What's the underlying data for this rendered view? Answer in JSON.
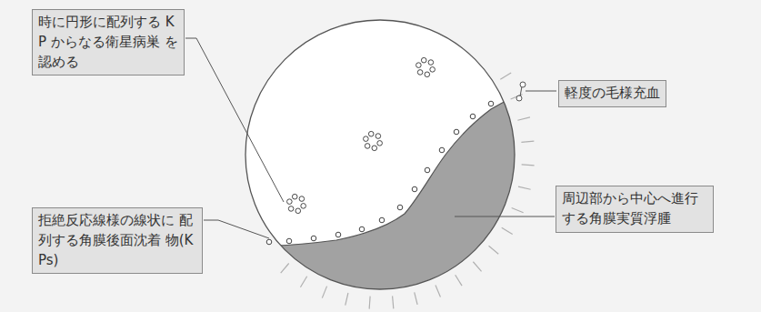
{
  "diagram": {
    "nodes": [
      {
        "text": [
          "時に円形に配列する KP からなる衛星病巣 を認める"
        ]
      },
      {
        "text": [
          "軽度の毛様充血"
        ]
      },
      {
        "text": [
          "拒絶反応線様の線状に 配列する角膜後面沈着 物(KPs)"
        ]
      },
      {
        "text": [
          "周辺部から中心へ進行 する角膜実質浮腫"
        ]
      }
    ]
  }
}
